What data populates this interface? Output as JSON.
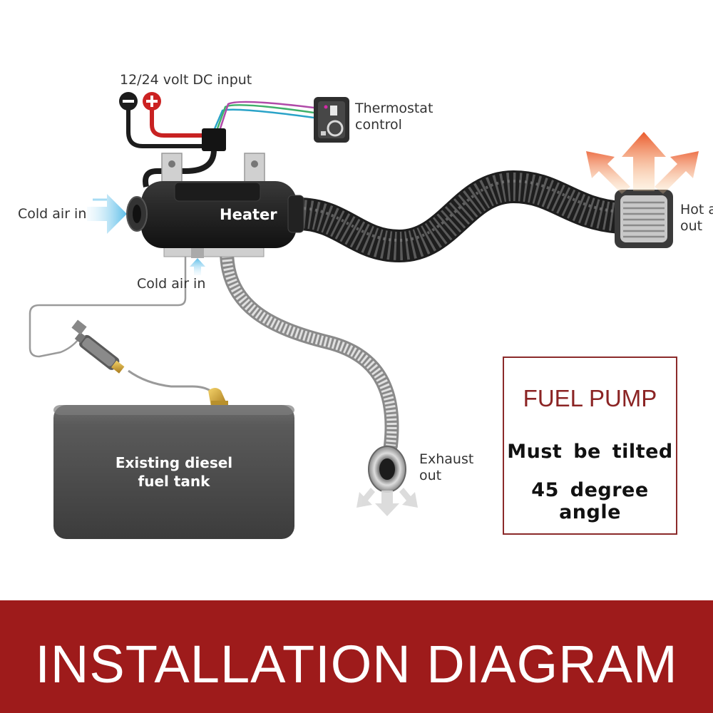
{
  "labels": {
    "dc_input": "12/24 volt DC input",
    "thermostat": [
      "Thermostat",
      "control"
    ],
    "cold_air_in_front": "Cold air in",
    "cold_air_in_bottom": "Cold air in",
    "heater": "Heater",
    "hot_air_out": [
      "Hot a",
      "out"
    ],
    "exhaust_out": [
      "Exhaust",
      "out"
    ],
    "fuel_tank": [
      "Existing diesel",
      "fuel tank"
    ]
  },
  "note": {
    "title": "FUEL PUMP",
    "lines": [
      "Must be tilted",
      "45 degree angle"
    ]
  },
  "banner": {
    "title": "INSTALLATION DIAGRAM"
  },
  "colors": {
    "banner": "#9e1b1b",
    "note_border": "#8b2a2a",
    "note_title": "#8b2424",
    "cold_air": "#5bbde8",
    "hot_air": "#f08a3c",
    "positive": "#d42a2a",
    "negative": "#222222"
  }
}
